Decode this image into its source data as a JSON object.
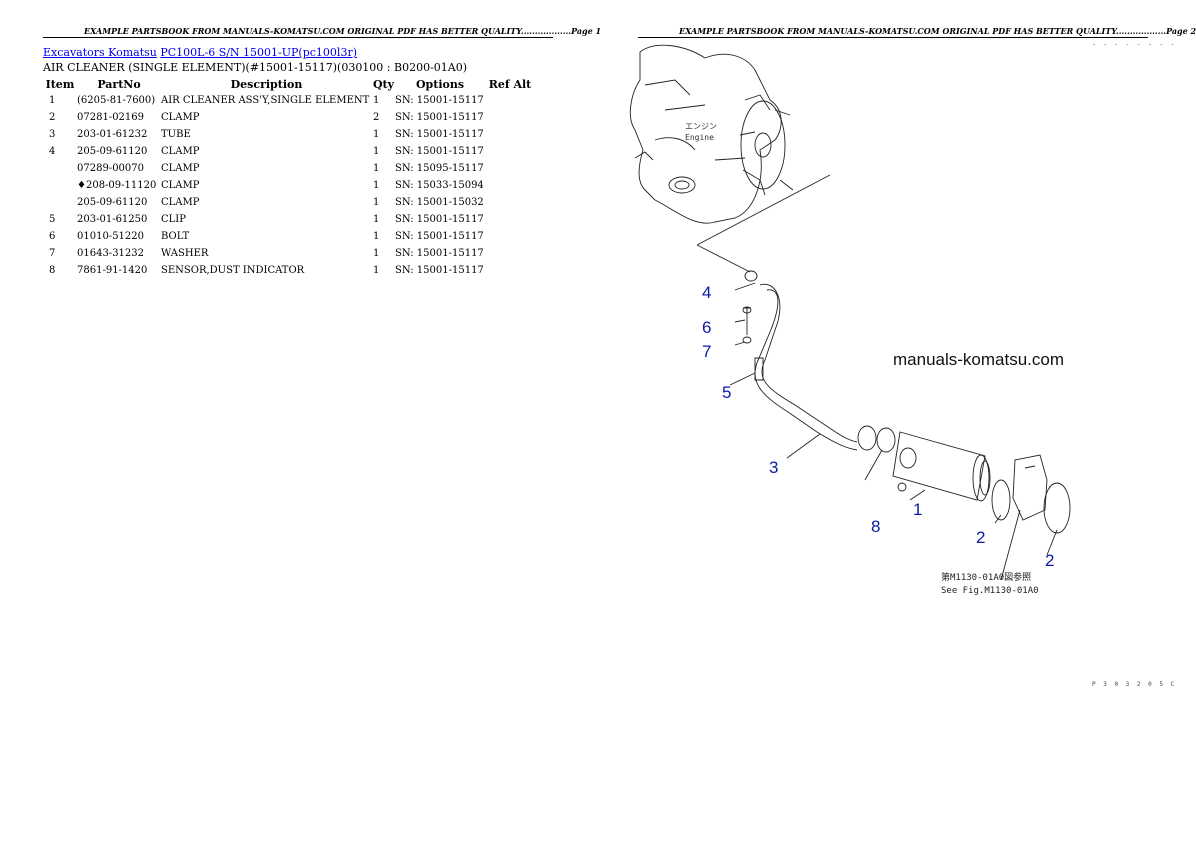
{
  "page1": {
    "header": "EXAMPLE PARTSBOOK FROM MANUALS-KOMATSU.COM ORIGINAL PDF HAS BETTER QUALITY..................Page 1",
    "breadcrumb": {
      "link1": "Excavators Komatsu",
      "link2": "PC100L-6 S/N 15001-UP(pc100l3r)"
    },
    "section_title": "AIR CLEANER (SINGLE ELEMENT)(#15001-15117)(030100 : B0200-01A0)",
    "table": {
      "headers": [
        "Item",
        "PartNo",
        "Description",
        "Qty",
        "Options",
        "Ref Alt"
      ],
      "rows": [
        {
          "item": "1",
          "partno": "(6205-81-7600)",
          "desc": "AIR CLEANER ASS'Y,SINGLE ELEMENT",
          "qty": "1",
          "options": "SN: 15001-15117",
          "ref": ""
        },
        {
          "item": "2",
          "partno": "07281-02169",
          "desc": "CLAMP",
          "qty": "2",
          "options": "SN: 15001-15117",
          "ref": ""
        },
        {
          "item": "3",
          "partno": "203-01-61232",
          "desc": "TUBE",
          "qty": "1",
          "options": "SN: 15001-15117",
          "ref": ""
        },
        {
          "item": "4",
          "partno": "205-09-61120",
          "desc": "CLAMP",
          "qty": "1",
          "options": "SN: 15001-15117",
          "ref": ""
        },
        {
          "item": "",
          "partno": "07289-00070",
          "desc": "CLAMP",
          "qty": "1",
          "options": "SN: 15095-15117",
          "ref": ""
        },
        {
          "item": "",
          "partno": "♦208-09-11120",
          "desc": "CLAMP",
          "qty": "1",
          "options": "SN: 15033-15094",
          "ref": ""
        },
        {
          "item": "",
          "partno": "205-09-61120",
          "desc": "CLAMP",
          "qty": "1",
          "options": "SN: 15001-15032",
          "ref": ""
        },
        {
          "item": "5",
          "partno": "203-01-61250",
          "desc": "CLIP",
          "qty": "1",
          "options": "SN: 15001-15117",
          "ref": ""
        },
        {
          "item": "6",
          "partno": "01010-51220",
          "desc": "BOLT",
          "qty": "1",
          "options": "SN: 15001-15117",
          "ref": ""
        },
        {
          "item": "7",
          "partno": "01643-31232",
          "desc": "WASHER",
          "qty": "1",
          "options": "SN: 15001-15117",
          "ref": ""
        },
        {
          "item": "8",
          "partno": "7861-91-1420",
          "desc": "SENSOR,DUST INDICATOR",
          "qty": "1",
          "options": "SN: 15001-15117",
          "ref": ""
        }
      ]
    }
  },
  "page2": {
    "header": "EXAMPLE PARTSBOOK FROM MANUALS-KOMATSU.COM ORIGINAL PDF HAS BETTER QUALITY..................Page 2",
    "watermark": "manuals-komatsu.com",
    "engine_label_jp": "エンジン",
    "engine_label_en": "Engine",
    "see_fig_jp": "第M1130-01A0図参照",
    "see_fig_en": "See Fig.M1130-01A0",
    "fig_code": "P 3 0 3 2 0 5 C",
    "fig_code_top": "- - - - - - - -",
    "callouts": {
      "c4": "4",
      "c6": "6",
      "c7": "7",
      "c5": "5",
      "c3": "3",
      "c8": "8",
      "c1": "1",
      "c2a": "2",
      "c2b": "2"
    }
  }
}
